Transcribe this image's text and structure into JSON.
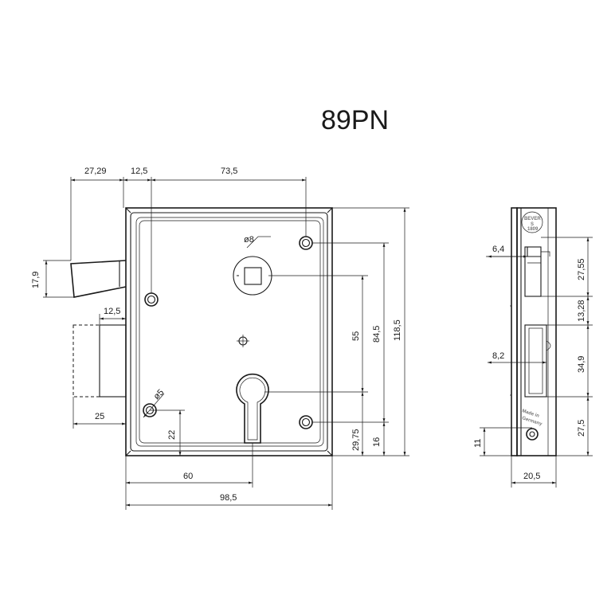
{
  "title": "89PN",
  "front_view": {
    "top_dims": [
      "27,29",
      "12,5",
      "73,5"
    ],
    "left_dims": [
      "17,9",
      "12,5",
      "25"
    ],
    "inner_dims": [
      "ø8",
      "ø5",
      "22"
    ],
    "right_dims": [
      "55",
      "84,5",
      "118,5",
      "29,75",
      "16"
    ],
    "bottom_dims": [
      "60",
      "98,5"
    ]
  },
  "side_view": {
    "left_dims": [
      "6,4",
      "8,2",
      "11"
    ],
    "right_dims": [
      "27,55",
      "13,28",
      "34,9",
      "27,5"
    ],
    "bottom_dims": [
      "20,5"
    ],
    "stamp_brand": [
      "BEVER",
      "S",
      "1809"
    ],
    "stamp_origin": [
      "Made in",
      "Germany"
    ]
  }
}
